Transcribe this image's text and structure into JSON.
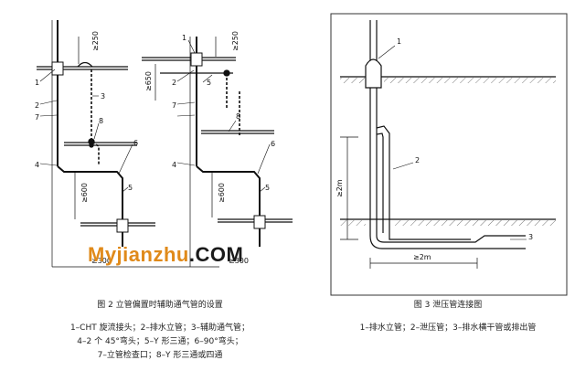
{
  "fig2": {
    "caption": "图 2   立管偏置时辅助通气管的设置",
    "legend_lines": [
      "1–CHT 旋流接头；2–排水立管；3–辅助通气管；",
      "4–2 个 45°弯头；5–Y 形三通；6–90°弯头；",
      "7–立管检查口；8–Y 形三通或四通"
    ],
    "left_labels": {
      "n1": "1",
      "n2": "2",
      "n3": "3",
      "n4": "4",
      "n5": "5",
      "n6": "6",
      "n7": "7",
      "n8": "8",
      "top": "≥250",
      "low": "≥600",
      "bottom": "≥300"
    },
    "right_labels": {
      "n1": "1",
      "n2": "2",
      "n4": "4",
      "n5": "5",
      "n5b": "5",
      "n6": "6",
      "n7": "7",
      "n8": "8",
      "top": "≥250",
      "mid": "≥650",
      "low": "≥600",
      "bottom": "≥300"
    }
  },
  "fig3": {
    "caption": "图 3   泄压管连接图",
    "legend": "1–排水立管；2–泄压管；3–排水横干管或排出管",
    "labels": {
      "n1": "1",
      "n2": "2",
      "n3": "3",
      "vertical": "≥2m",
      "horizontal": "≥2m"
    }
  },
  "watermark": {
    "part1": "Myjianzhu",
    "part2": ".COM"
  }
}
